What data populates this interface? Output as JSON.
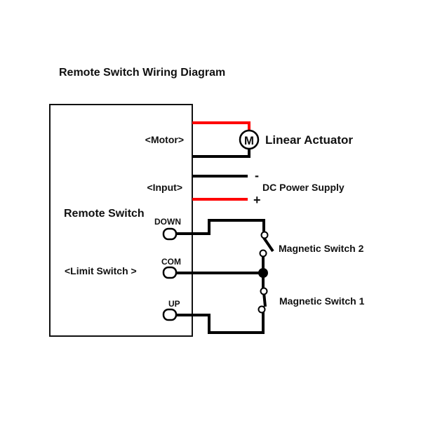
{
  "title": "Remote Switch Wiring Diagram",
  "remote_switch": {
    "label": "Remote Switch",
    "ports": {
      "motor": "<Motor>",
      "input": "<Input>",
      "limit_switch": "<Limit Switch >"
    },
    "terminals": [
      "DOWN",
      "COM",
      "UP"
    ]
  },
  "components": {
    "motor_symbol": "M",
    "linear_actuator": "Linear Actuator",
    "dc_power_supply": "DC Power Supply",
    "polarity_negative": "-",
    "polarity_positive": "+",
    "magnetic_switch_2": "Magnetic Switch 2",
    "magnetic_switch_1": "Magnetic Switch 1"
  },
  "colors": {
    "wire_positive": "#ff0000",
    "wire_negative": "#000000",
    "outline": "#111111"
  }
}
